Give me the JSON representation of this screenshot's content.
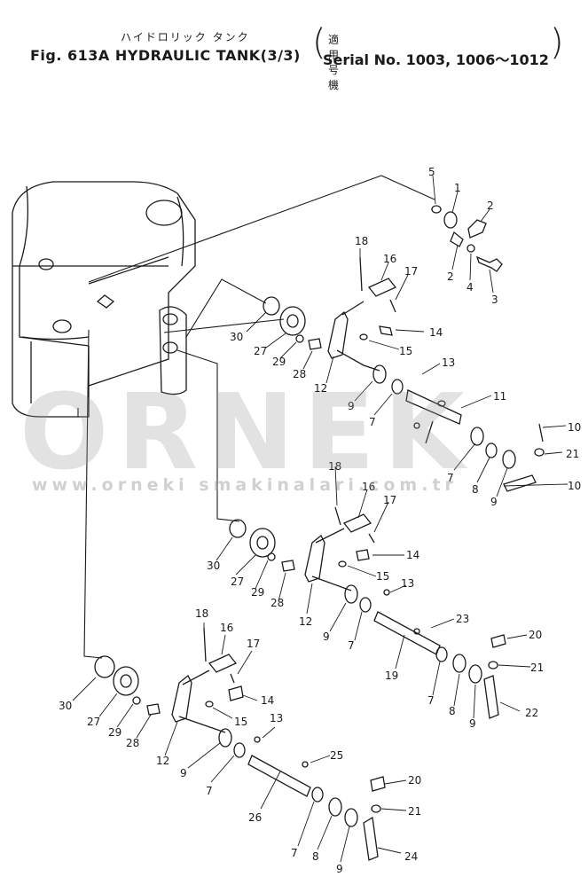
{
  "header": {
    "jp_title": "ハイドロリック タンク",
    "fig_title": "Fig. 613A HYDRAULIC TANK(3/3)",
    "jp_serial": "適用号機",
    "serial": "Serial No. 1003, 1006～1012"
  },
  "watermark": {
    "logo": "ORNEK",
    "url": "www.orneki smakinalari.com.tr"
  },
  "part_labels": [
    "5",
    "1",
    "2",
    "2",
    "4",
    "3",
    "18",
    "16",
    "17",
    "14",
    "15",
    "13",
    "11",
    "30",
    "27",
    "29",
    "28",
    "12",
    "9",
    "7",
    "10",
    "21",
    "7",
    "8",
    "9",
    "10",
    "18",
    "16",
    "17",
    "14",
    "15",
    "13",
    "30",
    "27",
    "29",
    "28",
    "12",
    "9",
    "7",
    "23",
    "19",
    "20",
    "21",
    "7",
    "8",
    "9",
    "22",
    "18",
    "16",
    "17",
    "14",
    "15",
    "13",
    "30",
    "27",
    "29",
    "28",
    "12",
    "9",
    "7",
    "25",
    "26",
    "20",
    "21",
    "7",
    "8",
    "9",
    "24"
  ]
}
